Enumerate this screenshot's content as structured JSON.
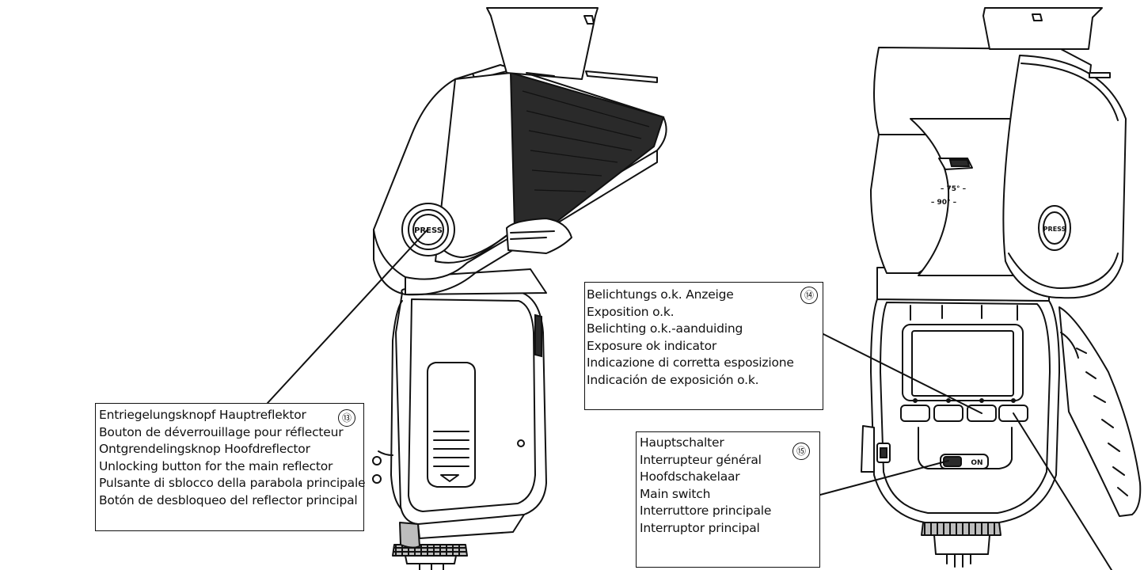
{
  "device_text": {
    "press_left": "PRESS",
    "press_right": "PRESS",
    "angle_75": "– 75° –",
    "angle_90": "– 90° –",
    "switch_on": "ON"
  },
  "callouts": [
    {
      "number": "⑬",
      "lines": [
        "Entriegelungsknopf Hauptreflektor",
        "Bouton de déverrouillage pour réflecteur",
        "Ontgrendelingsknop Hoofdreflector",
        "Unlocking button for the main reflector",
        "Pulsante di sblocco della parabola principale",
        "Botón de desbloqueo del reflector principal"
      ]
    },
    {
      "number": "⑭",
      "lines": [
        "Belichtungs o.k. Anzeige",
        "Exposition o.k.",
        "Belichting o.k.-aanduiding",
        "Exposure ok indicator",
        "Indicazione di corretta esposizione",
        "Indicación de exposición o.k."
      ]
    },
    {
      "number": "⑮",
      "lines": [
        "Hauptschalter",
        "Interrupteur général",
        "Hoofdschakelaar",
        "Main switch",
        "Interruttore principale",
        "Interruptor principal"
      ]
    }
  ]
}
